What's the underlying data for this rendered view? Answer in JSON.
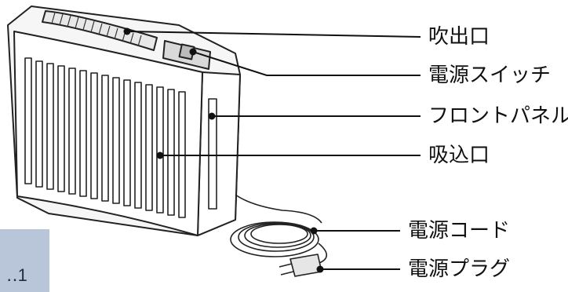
{
  "labels": {
    "outlet": "吹出口",
    "power_switch": "電源スイッチ",
    "front_panel": "フロントパネル",
    "inlet": "吸込口",
    "power_cord": "電源コード",
    "power_plug": "電源プラグ"
  },
  "page_tab": {
    "text": "‥1"
  },
  "colors": {
    "line": "#111111",
    "page_tab": "#b9c5d8"
  }
}
